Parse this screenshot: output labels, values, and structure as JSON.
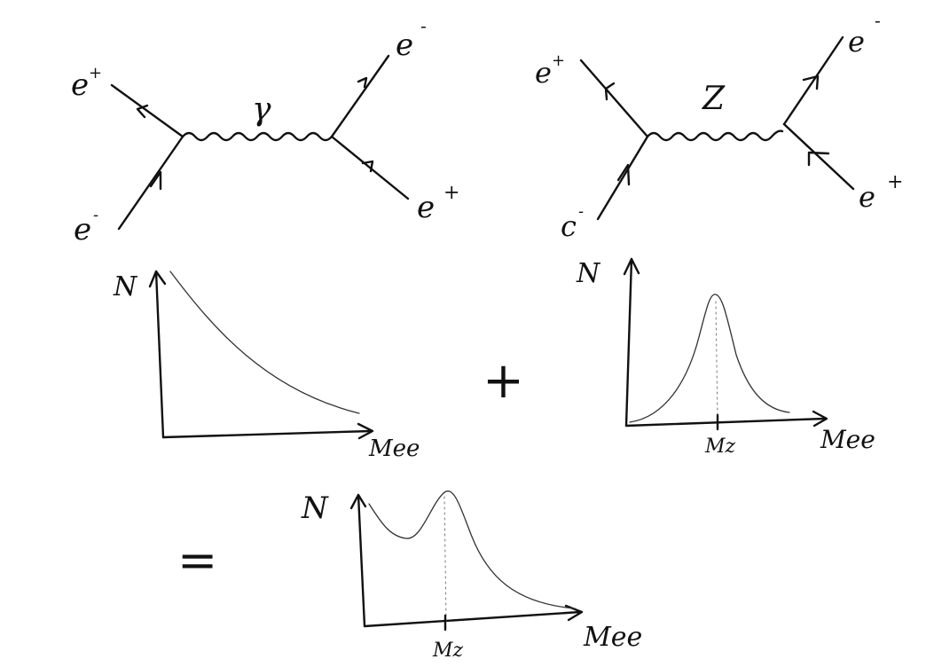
{
  "diagrams": {
    "photon": {
      "incoming_electron": "e",
      "incoming_electron_sign": "-",
      "incoming_positron": "e",
      "incoming_positron_sign": "+",
      "mediator": "γ",
      "outgoing_electron": "e",
      "outgoing_electron_sign": "-",
      "outgoing_positron": "e",
      "outgoing_positron_sign": "+"
    },
    "z_boson": {
      "incoming_electron": "c",
      "incoming_electron_sign": "-",
      "incoming_positron": "e",
      "incoming_positron_sign": "+",
      "mediator": "Z",
      "outgoing_electron": "e",
      "outgoing_electron_sign": "-",
      "outgoing_positron": "e",
      "outgoing_positron_sign": "+"
    }
  },
  "plots": {
    "photon_plot": {
      "ylabel": "N",
      "xlabel": "Mee",
      "shape": "falling"
    },
    "z_plot": {
      "ylabel": "N",
      "xlabel": "Mee",
      "peak_label": "Mz",
      "shape": "peak"
    },
    "sum_plot": {
      "ylabel": "N",
      "xlabel": "Mee",
      "peak_label": "Mz",
      "shape": "falling-plus-peak"
    }
  },
  "operators": {
    "plus": "+",
    "equals": "="
  }
}
